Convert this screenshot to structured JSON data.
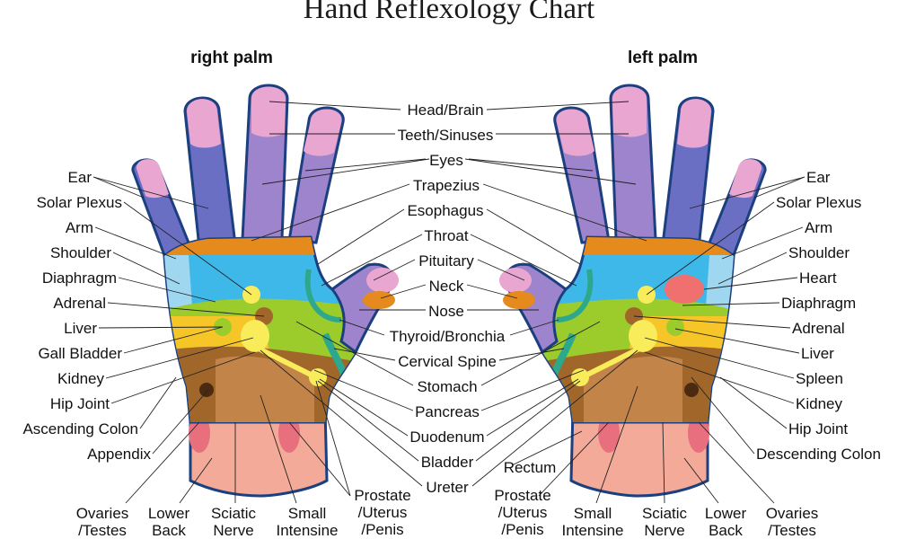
{
  "title": "Hand Reflexology Chart",
  "subtitles": {
    "right_palm": "right palm",
    "left_palm": "left palm"
  },
  "labels": {
    "head_brain": "Head/Brain",
    "teeth_sinuses": "Teeth/Sinuses",
    "eyes": "Eyes",
    "trapezius": "Trapezius",
    "esophagus": "Esophagus",
    "throat": "Throat",
    "pituitary": "Pituitary",
    "neck": "Neck",
    "nose": "Nose",
    "thyroid_bronchia": "Thyroid/Bronchia",
    "cervical_spine": "Cervical Spine",
    "stomach": "Stomach",
    "pancreas": "Pancreas",
    "duodenum": "Duodenum",
    "bladder": "Bladder",
    "ureter": "Ureter",
    "ear": "Ear",
    "solar_plexus": "Solar Plexus",
    "arm": "Arm",
    "shoulder": "Shoulder",
    "diaphragm": "Diaphragm",
    "adrenal": "Adrenal",
    "liver": "Liver",
    "gall_bladder": "Gall Bladder",
    "kidney": "Kidney",
    "hip_joint": "Hip Joint",
    "ascending_colon": "Ascending Colon",
    "appendix": "Appendix",
    "heart": "Heart",
    "spleen": "Spleen",
    "descending_colon": "Descending Colon",
    "rectum": "Rectum",
    "ovaries": "Ovaries",
    "testes": "/Testes",
    "lower": "Lower",
    "back": "Back",
    "sciatic": "Sciatic",
    "nerve": "Nerve",
    "small": "Small",
    "intensine": "Intensine",
    "prostate": "Prostate",
    "uterus": "/Uterus",
    "penis": "/Penis"
  },
  "colors": {
    "outline": "#1c3f80",
    "finger_blue": "#6b6fc4",
    "finger_purple": "#9d84cc",
    "finger_tip": "#e8a6d0",
    "palm_orange": "#e58a1c",
    "palm_sky": "#3eb8e8",
    "palm_pale": "#9fd6f0",
    "palm_green": "#9ccc2c",
    "palm_yellow": "#f6c628",
    "palm_brown": "#a0662a",
    "palm_brown_light": "#c28448",
    "wrist": "#f4aa98",
    "wrist_spot": "#e8707e",
    "organ_yellow": "#f8ec5a",
    "heart": "#f07070"
  }
}
